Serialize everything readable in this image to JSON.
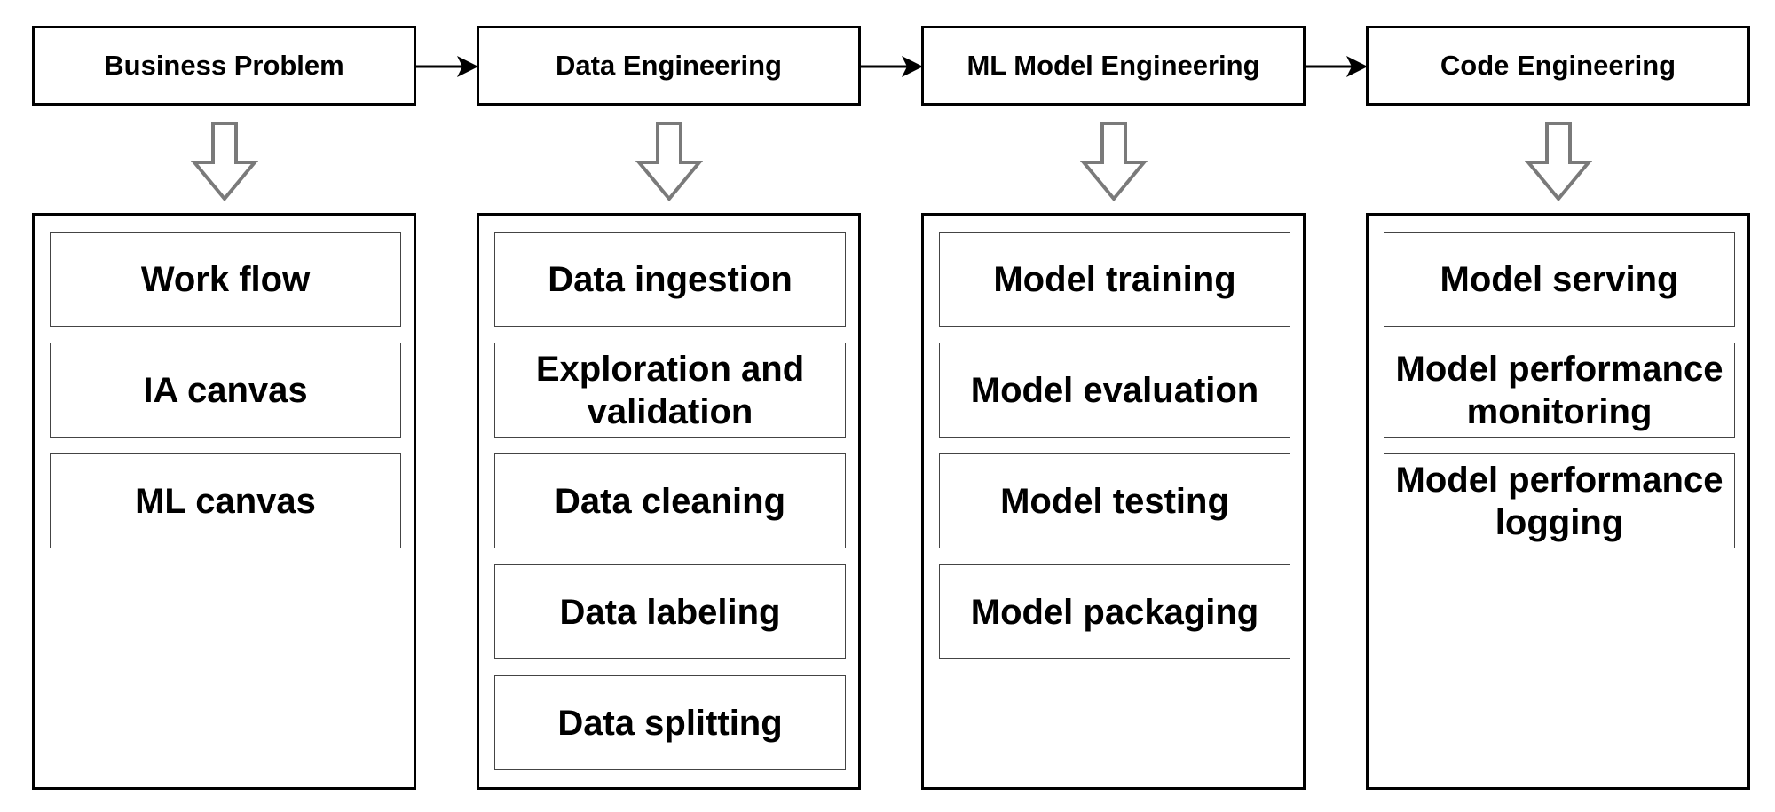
{
  "phases": [
    {
      "title": "Business Problem",
      "tasks": [
        "Work flow",
        "IA canvas",
        "ML canvas"
      ]
    },
    {
      "title": "Data Engineering",
      "tasks": [
        "Data ingestion",
        "Exploration and validation",
        "Data cleaning",
        "Data labeling",
        "Data splitting"
      ]
    },
    {
      "title": "ML Model Engineering",
      "tasks": [
        "Model training",
        "Model evaluation",
        "Model testing",
        "Model packaging"
      ]
    },
    {
      "title": "Code Engineering",
      "tasks": [
        "Model serving",
        "Model performance monitoring",
        "Model performance logging"
      ]
    }
  ],
  "colors": {
    "border": "#000000",
    "task_border": "#444444",
    "down_arrow_stroke": "#7a7a7a",
    "down_arrow_fill": "#ffffff"
  }
}
